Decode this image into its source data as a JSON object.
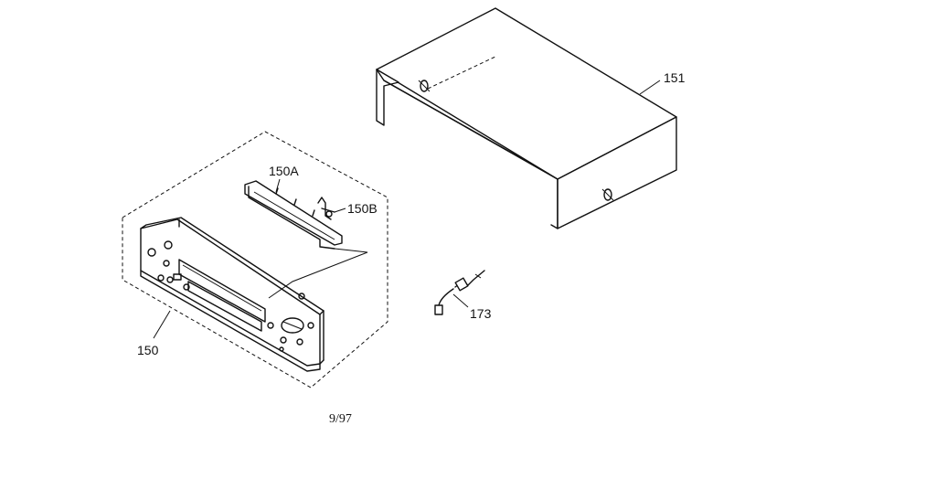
{
  "labels": {
    "top_cover": "151",
    "front_panel": "150",
    "door_bracket": "150A",
    "spring_part": "150B",
    "cable": "173"
  },
  "footer": {
    "date": "9/97"
  }
}
